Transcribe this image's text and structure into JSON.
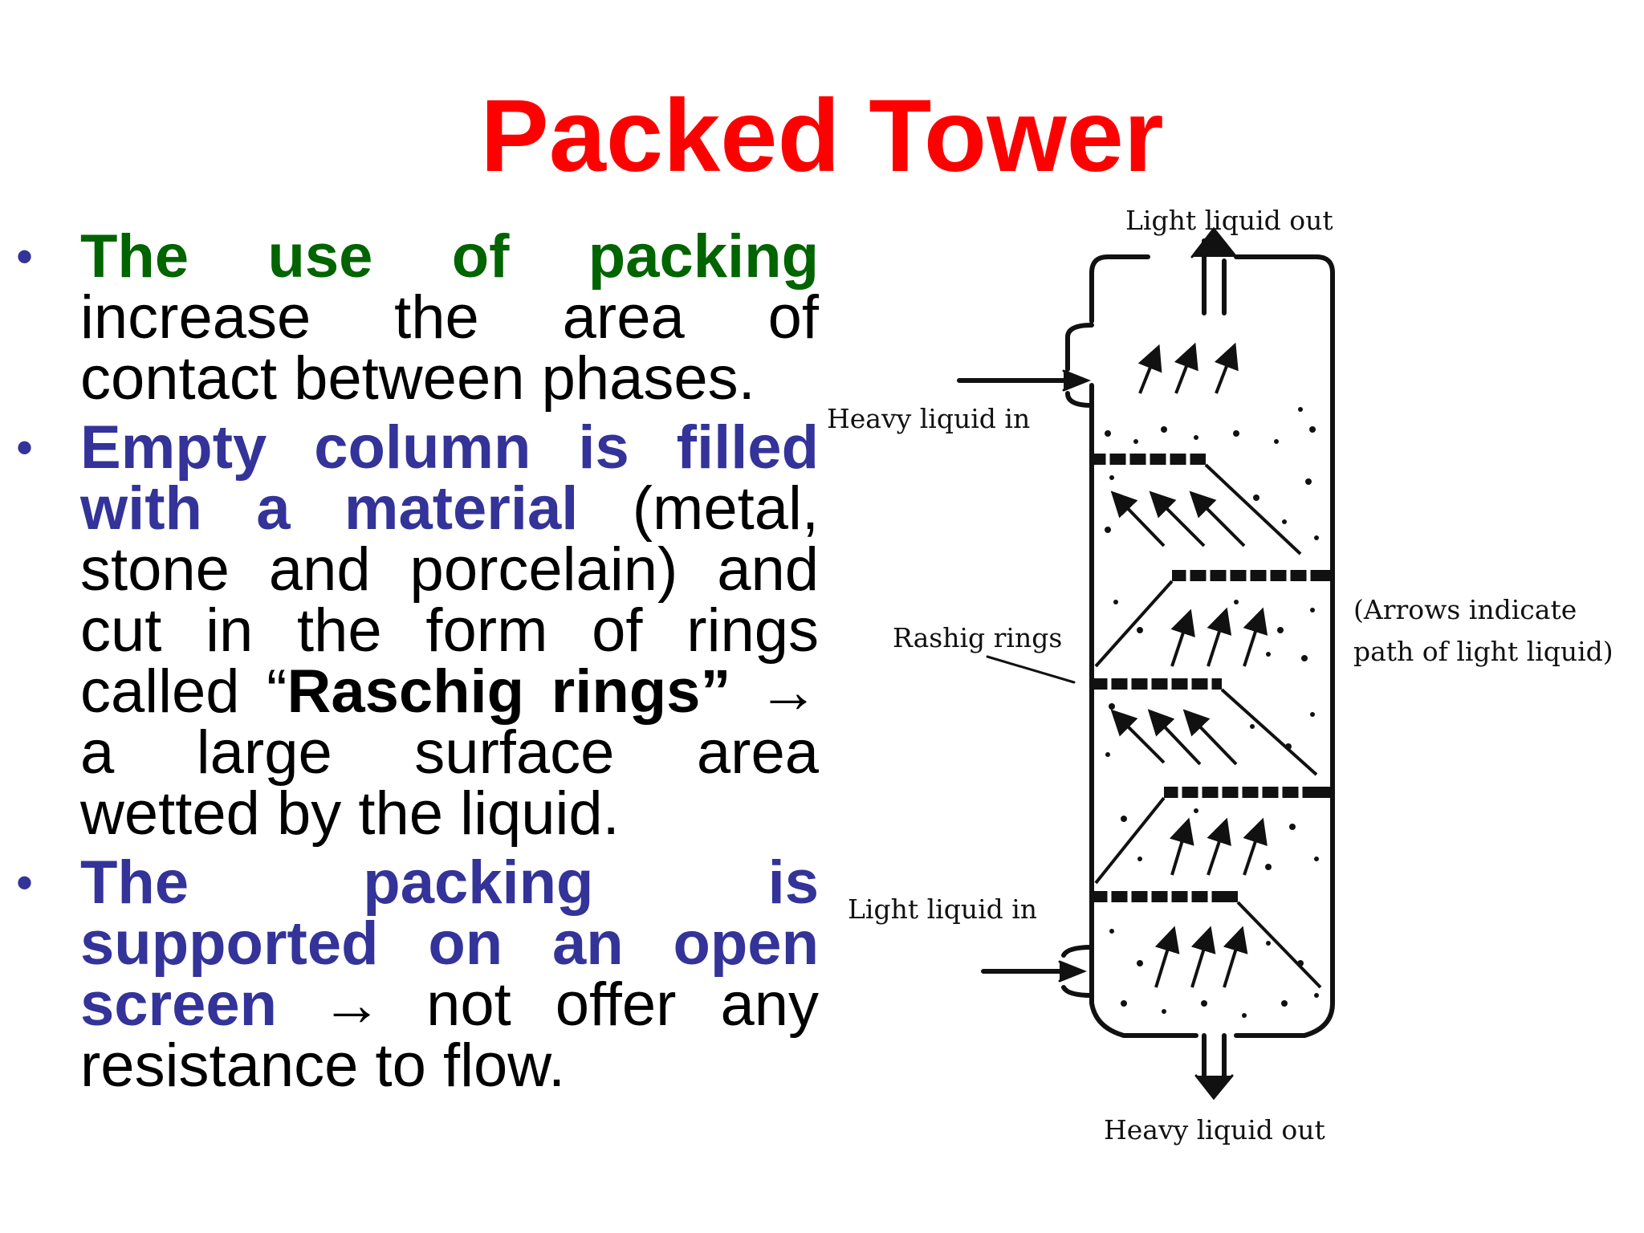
{
  "slide": {
    "title": "Packed Tower",
    "bullets": [
      {
        "lead": "The use of packing",
        "text": " increase the area of contact between phases."
      },
      {
        "lead": "Empty column is filled with a material",
        "text_a": " (metal, stone and porcelain) and cut in the form of rings called “",
        "emph": "Raschig rings”",
        "text_b": " → a large surface area wetted by the liquid."
      },
      {
        "lead": "The packing is supported on an open screen",
        "text": " → not offer any resistance to flow."
      }
    ],
    "bullet_symbol": "•"
  },
  "diagram": {
    "labels": {
      "light_liquid_out": "Light liquid out",
      "heavy_liquid_in": "Heavy liquid in",
      "rashig_rings": "Rashig rings",
      "arrows_note_1": "(Arrows indicate",
      "arrows_note_2": "path of light liquid)",
      "light_liquid_in": "Light liquid in",
      "heavy_liquid_out": "Heavy liquid out"
    }
  }
}
